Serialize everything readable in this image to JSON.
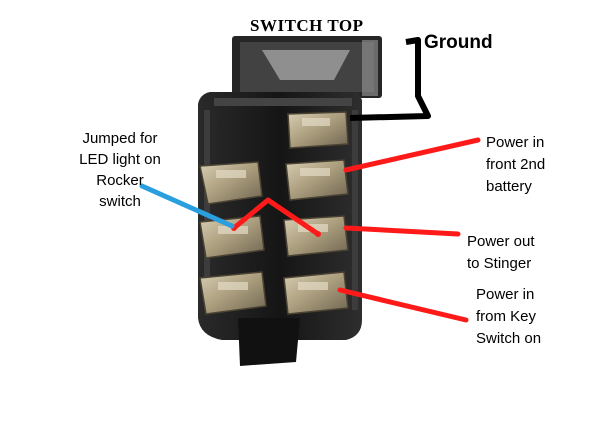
{
  "labels": {
    "switch_top": "SWITCH TOP",
    "ground": "Ground",
    "jumped": "Jumped for\nLED light on\nRocker\nswitch",
    "power_front": "Power in\nfront 2nd\nbattery",
    "power_out": "Power out\nto Stinger",
    "power_key": "Power in\nfrom Key\nSwitch on"
  },
  "colors": {
    "wire_red": "#ff1a1a",
    "wire_black": "#000000",
    "wire_blue": "#2a9fe0",
    "switch_body": "#1e1e1e",
    "terminal": "#b5a888"
  },
  "image": {
    "subject": "rocker-switch-photo"
  }
}
